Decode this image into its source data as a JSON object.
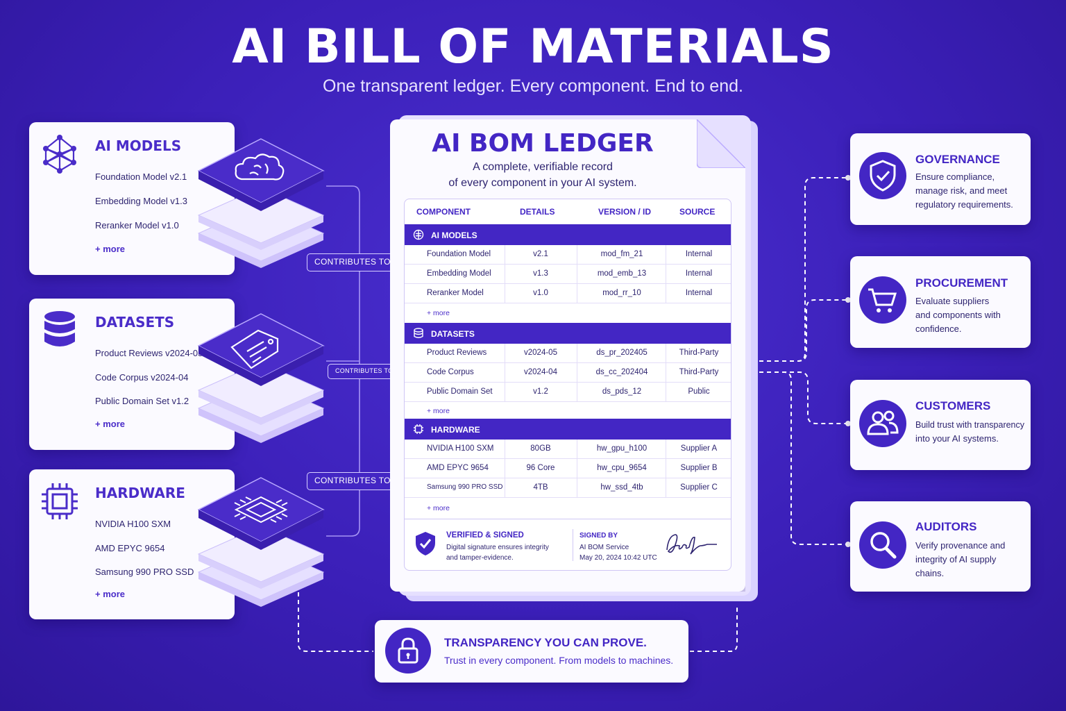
{
  "header": {
    "title": "AI BILL OF MATERIALS",
    "subtitle": "One transparent ledger. Every component. End to end."
  },
  "left_cards": [
    {
      "title": "AI MODELS",
      "icon": "network-icon",
      "items": [
        "Foundation Model v2.1",
        "Embedding Model v1.3",
        "Reranker Model v1.0"
      ],
      "more": "+ more"
    },
    {
      "title": "DATASETS",
      "icon": "database-icon",
      "items": [
        "Product Reviews v2024-05",
        "Code Corpus v2024-04",
        "Public Domain Set v1.2"
      ],
      "more": "+ more"
    },
    {
      "title": "HARDWARE",
      "icon": "chip-icon",
      "items": [
        "NVIDIA H100 SXM",
        "AMD EPYC 9654",
        "Samsung 990 PRO SSD"
      ],
      "more": "+ more"
    }
  ],
  "contrib_label": "CONTRIBUTES TO",
  "contrib_arrow": "→",
  "ledger": {
    "title": "AI BOM LEDGER",
    "subtitle_line1": "A complete, verifiable record",
    "subtitle_line2": "of every component in your AI system.",
    "columns": [
      "COMPONENT",
      "DETAILS",
      "VERSION / ID",
      "SOURCE"
    ],
    "sections": [
      {
        "name": "AI MODELS",
        "rows": [
          [
            "Foundation Model",
            "v2.1",
            "mod_fm_21",
            "Internal"
          ],
          [
            "Embedding Model",
            "v1.3",
            "mod_emb_13",
            "Internal"
          ],
          [
            "Reranker Model",
            "v1.0",
            "mod_rr_10",
            "Internal"
          ]
        ],
        "more": "+ more"
      },
      {
        "name": "DATASETS",
        "rows": [
          [
            "Product Reviews",
            "v2024-05",
            "ds_pr_202405",
            "Third-Party"
          ],
          [
            "Code Corpus",
            "v2024-04",
            "ds_cc_202404",
            "Third-Party"
          ],
          [
            "Public Domain Set",
            "v1.2",
            "ds_pds_12",
            "Public"
          ]
        ],
        "more": "+ more"
      },
      {
        "name": "HARDWARE",
        "rows": [
          [
            "NVIDIA H100 SXM",
            "80GB",
            "hw_gpu_h100",
            "Supplier A"
          ],
          [
            "AMD EPYC 9654",
            "96 Core",
            "hw_cpu_9654",
            "Supplier B"
          ],
          [
            "Samsung 990 PRO SSD",
            "4TB",
            "hw_ssd_4tb",
            "Supplier C"
          ]
        ],
        "more": "+ more"
      }
    ],
    "verified_title": "VERIFIED & SIGNED",
    "verified_line1": "Digital signature ensures integrity",
    "verified_line2": "and tamper-evidence.",
    "signed_by_label": "SIGNED BY",
    "signed_by_name": "AI BOM Service",
    "signed_date": "May 20, 2024 10:42 UTC"
  },
  "right_cards": [
    {
      "title": "GOVERNANCE",
      "icon": "shield-check-icon",
      "lines": [
        "Ensure compliance,",
        "manage risk, and meet",
        "regulatory requirements."
      ]
    },
    {
      "title": "PROCUREMENT",
      "icon": "cart-icon",
      "lines": [
        "Evaluate suppliers",
        "and components with",
        "confidence."
      ]
    },
    {
      "title": "CUSTOMERS",
      "icon": "users-icon",
      "lines": [
        "Build trust with transparency",
        "into your AI systems."
      ]
    },
    {
      "title": "AUDITORS",
      "icon": "magnifier-icon",
      "lines": [
        "Verify provenance and",
        "integrity of AI supply",
        "chains."
      ]
    }
  ],
  "bottom": {
    "title": "TRANSPARENCY YOU CAN PROVE.",
    "subtitle": "Trust in every component. From models to machines.",
    "icon": "lock-icon"
  },
  "colors": {
    "background": "#3b1fb8",
    "accent": "#4326c4",
    "card": "#fbfaff"
  }
}
